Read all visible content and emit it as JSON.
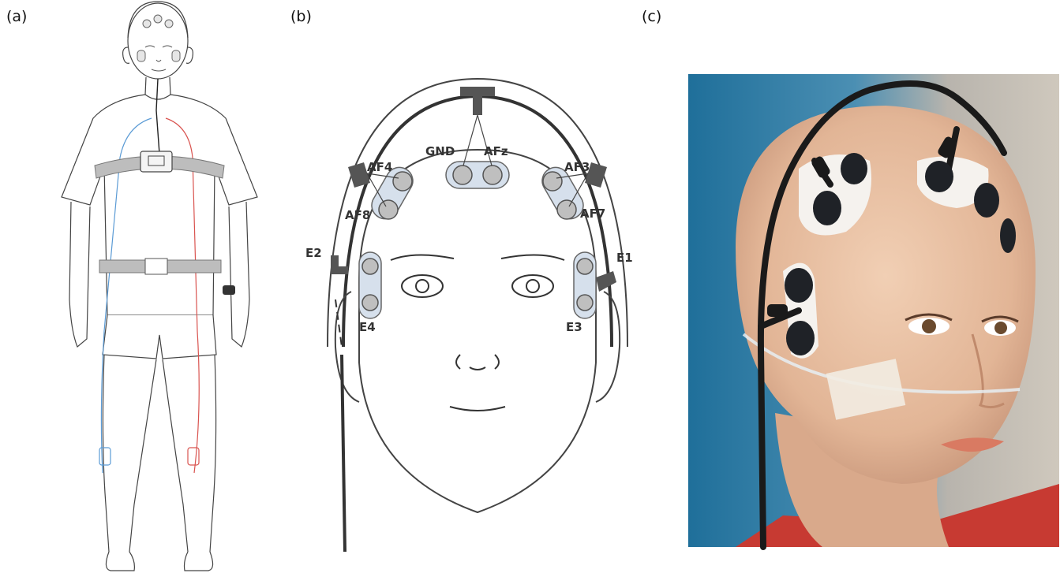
{
  "panels": {
    "a": {
      "letter": "(a)"
    },
    "b": {
      "letter": "(b)",
      "electrodes": {
        "gnd": "GND",
        "afz": "AFz",
        "af4": "AF4",
        "af3": "AF3",
        "af8": "AF8",
        "af7": "AF7",
        "e1": "E1",
        "e2": "E2",
        "e3": "E3",
        "e4": "E4"
      }
    },
    "c": {
      "letter": "(c)"
    }
  },
  "colors": {
    "electrode_fill": "#bfbfbf",
    "electrode_pad": "#d6e0ec",
    "strap_gray": "#bdbdbd",
    "lead_blue": "#5b9bd5",
    "lead_red": "#d9534f",
    "photo_bg_blue": "#1f6f9a",
    "skin": "#e8c1a5",
    "cable_black": "#1a1a1a"
  }
}
